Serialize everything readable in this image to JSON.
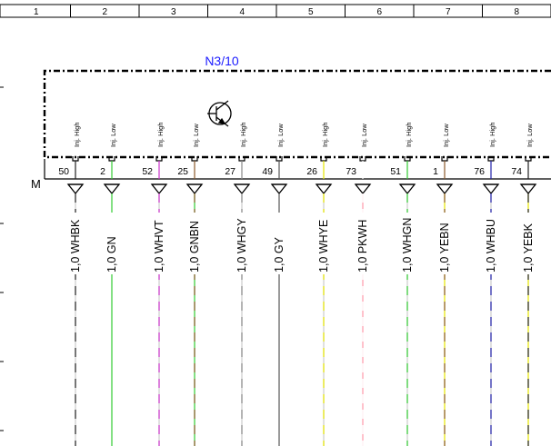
{
  "columns": [
    "1",
    "2",
    "3",
    "4",
    "5",
    "6",
    "7",
    "8"
  ],
  "component": {
    "title": "N3/10",
    "title_color": "#1a1aff"
  },
  "ground_label": "M",
  "transistor_icon": "transistor-icon",
  "pins": [
    {
      "pin": "50",
      "label": "Inj. High",
      "wire": "1,0 WHBK",
      "colors": [
        "#ffffff",
        "#222222"
      ]
    },
    {
      "pin": "2",
      "label": "Inj. Low",
      "wire": "1,0 GN",
      "colors": [
        "#33cc33"
      ]
    },
    {
      "pin": "52",
      "label": "Inj. High",
      "wire": "1,0 WHVT",
      "colors": [
        "#ffffff",
        "#cc33cc"
      ]
    },
    {
      "pin": "25",
      "label": "Inj. Low",
      "wire": "1,0 GNBN",
      "colors": [
        "#33cc33",
        "#8b5a2b"
      ]
    },
    {
      "pin": "27",
      "label": "Inj. High",
      "wire": "1,0 WHGY",
      "colors": [
        "#ffffff",
        "#888888"
      ]
    },
    {
      "pin": "49",
      "label": "Inj. Low",
      "wire": "1,0 GY",
      "colors": [
        "#555555"
      ]
    },
    {
      "pin": "26",
      "label": "Inj. High",
      "wire": "1,0 WHYE",
      "colors": [
        "#ffffff",
        "#e6e600"
      ]
    },
    {
      "pin": "73",
      "label": "Inj. Low",
      "wire": "1,0 PKWH",
      "colors": [
        "#ff99aa",
        "#ffffff"
      ]
    },
    {
      "pin": "51",
      "label": "Inj. High",
      "wire": "1,0 WHGN",
      "colors": [
        "#ffffff",
        "#33cc33"
      ]
    },
    {
      "pin": "1",
      "label": "Inj. Low",
      "wire": "1,0 YEBN",
      "colors": [
        "#e6e600",
        "#8b5a2b"
      ]
    },
    {
      "pin": "76",
      "label": "Inj. High",
      "wire": "1,0 WHBU",
      "colors": [
        "#ffffff",
        "#2222aa"
      ]
    },
    {
      "pin": "74",
      "label": "Inj. Low",
      "wire": "1,0 YEBK",
      "colors": [
        "#e6e600",
        "#222222"
      ]
    }
  ]
}
